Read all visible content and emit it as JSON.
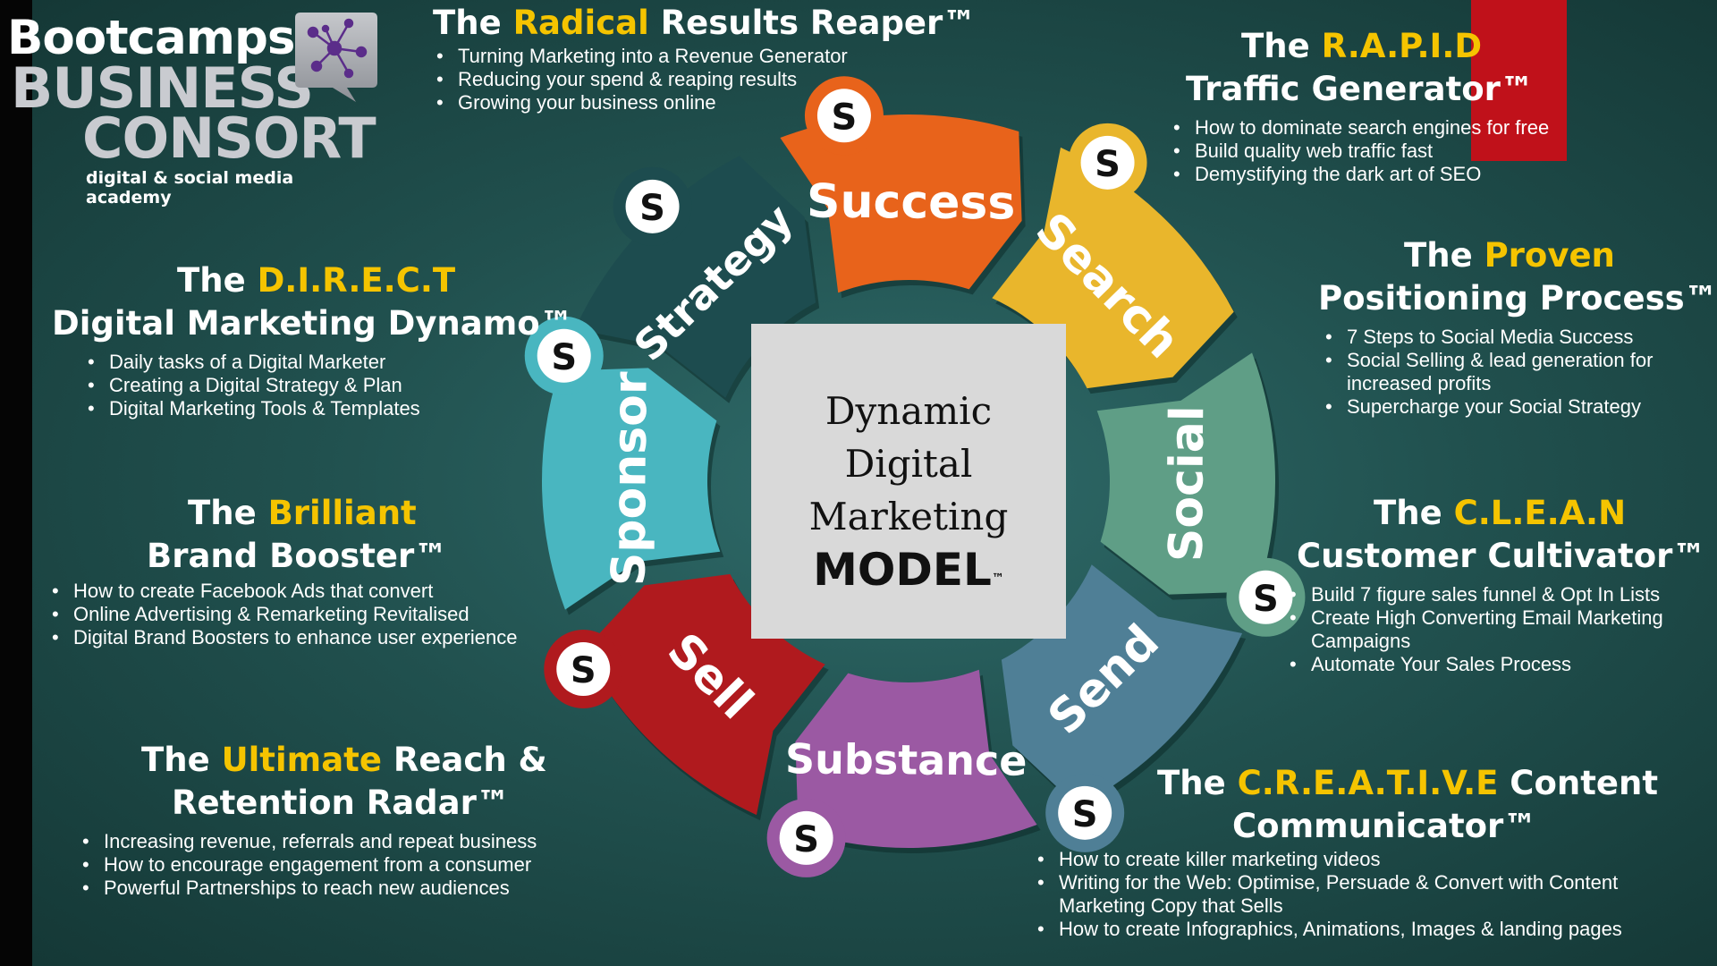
{
  "logo": {
    "line1": "Bootcamps",
    "line2": "BUSINESS",
    "line3": "CONSORT",
    "tagline": "digital & social media academy"
  },
  "center": {
    "line1": "Dynamic",
    "line2": "Digital",
    "line3": "Marketing",
    "line4": "MODEL",
    "tm": "™"
  },
  "coin_symbol": "S",
  "segments": [
    {
      "label": "Success",
      "color": "#e8631b"
    },
    {
      "label": "Search",
      "color": "#e9b62c"
    },
    {
      "label": "Social",
      "color": "#5f9e86"
    },
    {
      "label": "Send",
      "color": "#4f7f96"
    },
    {
      "label": "Substance",
      "color": "#9b59a3"
    },
    {
      "label": "Sell",
      "color": "#b01a1e"
    },
    {
      "label": "Sponsor",
      "color": "#49b6c0"
    },
    {
      "label": "Strategy",
      "color": "#1d4c4f"
    }
  ],
  "blocks": {
    "radical": {
      "pre": "The ",
      "hl": "Radical",
      "post": " Results Reaper™",
      "bullets": [
        "Turning Marketing into a Revenue Generator",
        "Reducing your spend & reaping results",
        "Growing your business online"
      ]
    },
    "rapid": {
      "pre": "The ",
      "hl": "R.A.P.I.D",
      "line2": "Traffic Generator™",
      "bullets": [
        "How to dominate search engines for free",
        "Build quality web traffic fast",
        "Demystifying the dark art of SEO"
      ]
    },
    "proven": {
      "pre": "The ",
      "hl": "Proven",
      "line2": "Positioning Process™",
      "bullets": [
        "7 Steps to Social Media Success",
        "Social Selling & lead generation for",
        "increased profits",
        "Supercharge your Social Strategy"
      ]
    },
    "clean": {
      "pre": "The ",
      "hl": "C.L.E.A.N",
      "line2": "Customer Cultivator™",
      "bullets": [
        "Build 7 figure sales funnel & Opt In Lists",
        "Create High Converting Email Marketing",
        "Campaigns",
        "Automate Your Sales Process"
      ]
    },
    "creative": {
      "pre": "The ",
      "hl": "C.R.E.A.T.I.V.E",
      "post": " Content",
      "line2": "Communicator™",
      "bullets": [
        "How to create killer marketing videos",
        "Writing for the Web: Optimise, Persuade & Convert with Content",
        "Marketing Copy that Sells",
        "How to create  Infographics, Animations, Images & landing pages"
      ]
    },
    "ultimate": {
      "pre": "The ",
      "hl": "Ultimate",
      "post": " Reach &",
      "line2": "Retention Radar™",
      "bullets": [
        "Increasing revenue, referrals and repeat business",
        "How to encourage engagement from a consumer",
        "Powerful Partnerships to reach new audiences"
      ]
    },
    "brilliant": {
      "pre": "The ",
      "hl": "Brilliant",
      "line2": "Brand Booster™",
      "bullets": [
        "How to create Facebook Ads that convert",
        "Online Advertising & Remarketing Revitalised",
        "Digital Brand Boosters to enhance user experience"
      ]
    },
    "direct": {
      "pre": "The ",
      "hl": "D.I.R.E.C.T",
      "line2": "Digital Marketing Dynamo™",
      "bullets": [
        "Daily tasks of a Digital Marketer",
        "Creating a Digital Strategy & Plan",
        "Digital Marketing Tools & Templates"
      ]
    }
  },
  "colors": {
    "highlight": "#f5c400",
    "background": "#21514f",
    "center_box": "#d9d9d9"
  }
}
